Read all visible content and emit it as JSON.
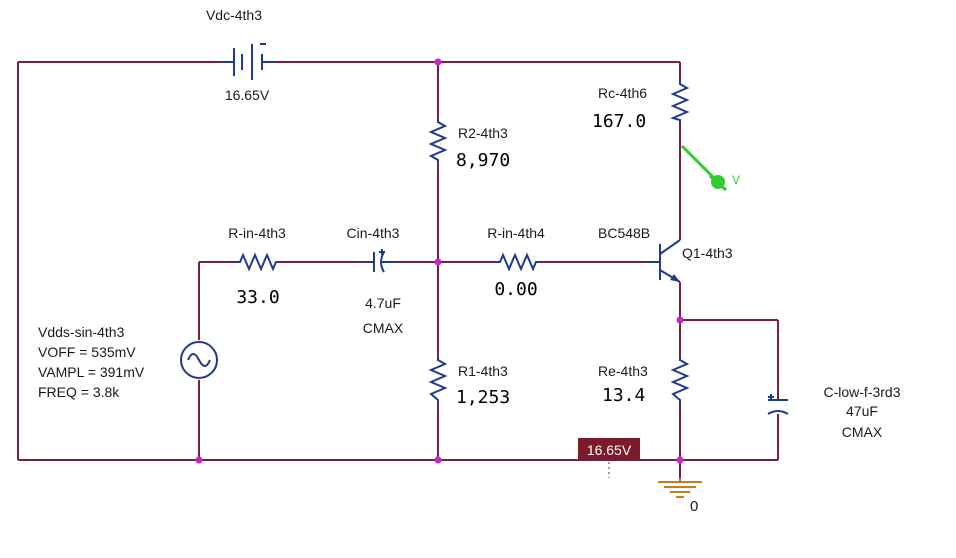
{
  "colors": {
    "wire": "#7a1f3d",
    "component": "#1f3a8f",
    "junction": "#cc22cc",
    "probe": "#2ecc2e",
    "voltage_badge_bg": "#7a1a2a",
    "voltage_badge_text": "#ffffff"
  },
  "components": {
    "vdc": {
      "name": "Vdc-4th3",
      "value": "16.65V"
    },
    "r2": {
      "name": "R2-4th3",
      "value": "8,970"
    },
    "rc": {
      "name": "Rc-4th6",
      "value": "167.0"
    },
    "rin3": {
      "name": "R-in-4th3",
      "value": "33.0"
    },
    "cin": {
      "name": "Cin-4th3",
      "value": "4.7uF",
      "model": "CMAX"
    },
    "rin4": {
      "name": "R-in-4th4",
      "value": "0.00"
    },
    "q1": {
      "model": "BC548B",
      "name": "Q1-4th3"
    },
    "vdds": {
      "name": "Vdds-sin-4th3",
      "voff": "VOFF = 535mV",
      "vampl": "VAMPL = 391mV",
      "freq": "FREQ = 3.8k"
    },
    "r1": {
      "name": "R1-4th3",
      "value": "1,253"
    },
    "re": {
      "name": "Re-4th3",
      "value": "13.4"
    },
    "clow": {
      "name": "C-low-f-3rd3",
      "value": "47uF",
      "model": "CMAX"
    }
  },
  "probe": {
    "label": "V",
    "icon": "voltage-probe-icon"
  },
  "voltage_badge": "16.65V",
  "ground": {
    "label": "0",
    "icon": "ground-icon"
  }
}
